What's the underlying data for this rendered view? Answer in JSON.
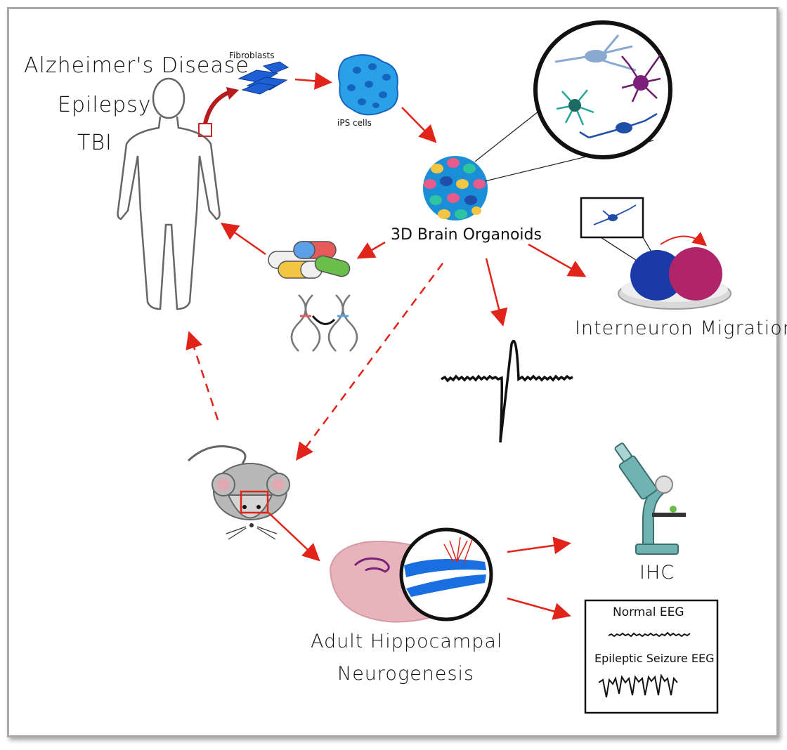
{
  "conditions": [
    "Alzheimer's Disease",
    "Epilepsy",
    "TBI"
  ],
  "labels": {
    "fibroblasts": "Fibroblasts",
    "ips_cells": "iPS cells",
    "organoids": "3D Brain Organoids",
    "migration": "Interneuron Migration",
    "ihc": "IHC",
    "neurogenesis_line1": "Adult Hippocampal",
    "neurogenesis_line2": "Neurogenesis",
    "normal_eeg": "Normal EEG",
    "seizure_eeg": "Epileptic Seizure EEG"
  },
  "colors": {
    "arrow": "#e2231a",
    "fibroblast": "#1e5fd6",
    "ips": "#2aa0e8",
    "brain_slice": "#e8b4bc",
    "hippocampus_blue": "#1a6fe0",
    "microscope": "#6fb3b3",
    "frame": "#a9a9a9"
  }
}
